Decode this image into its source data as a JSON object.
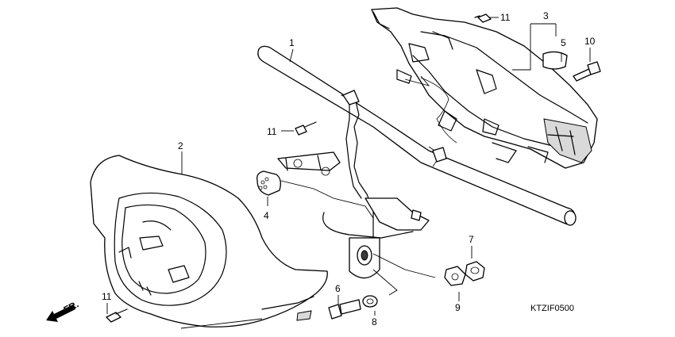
{
  "diagram": {
    "code": "KTZIF0500",
    "front_marker": "FR.",
    "callouts": {
      "c1": "1",
      "c2": "2",
      "c3": "3",
      "c4": "4",
      "c5": "5",
      "c6": "6",
      "c7": "7",
      "c8": "8",
      "c9": "9",
      "c10": "10",
      "c11a": "11",
      "c11b": "11",
      "c11c": "11"
    }
  }
}
